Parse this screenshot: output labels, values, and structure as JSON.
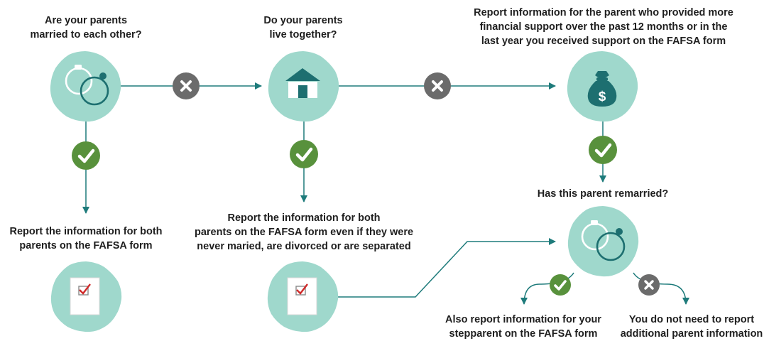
{
  "question_married": [
    "Are your parents",
    "married to each other?"
  ],
  "question_live_together": [
    "Do your parents",
    "live together?"
  ],
  "report_more_support": [
    "Report information for the parent who provided more",
    "financial support over the past 12 months or in the",
    "last year you received support on the FAFSA form"
  ],
  "report_both_married": [
    "Report the information for both",
    "parents on the FAFSA form"
  ],
  "report_both_together": [
    "Report the information for both",
    "parents on the FAFSA form even if they were",
    "never maried, are divorced or are separated"
  ],
  "question_remarried": [
    "Has this parent remarried?"
  ],
  "report_stepparent": [
    "Also report information for your",
    "stepparent on the FAFSA form"
  ],
  "no_additional": [
    "You do not need to report",
    "additional parent information"
  ],
  "colors": {
    "circle_fill": "#9fd8cc",
    "line": "#1e7b7b",
    "dark_teal": "#1d6f70",
    "yes_badge": "#58913c",
    "no_badge": "#6b6b6b",
    "text": "#1f1f1f"
  },
  "icons": {
    "rings": "wedding-rings-icon",
    "house": "house-icon",
    "money_bag": "money-bag-icon",
    "checklist": "checklist-document-icon",
    "yes": "check-icon",
    "no": "x-icon"
  }
}
